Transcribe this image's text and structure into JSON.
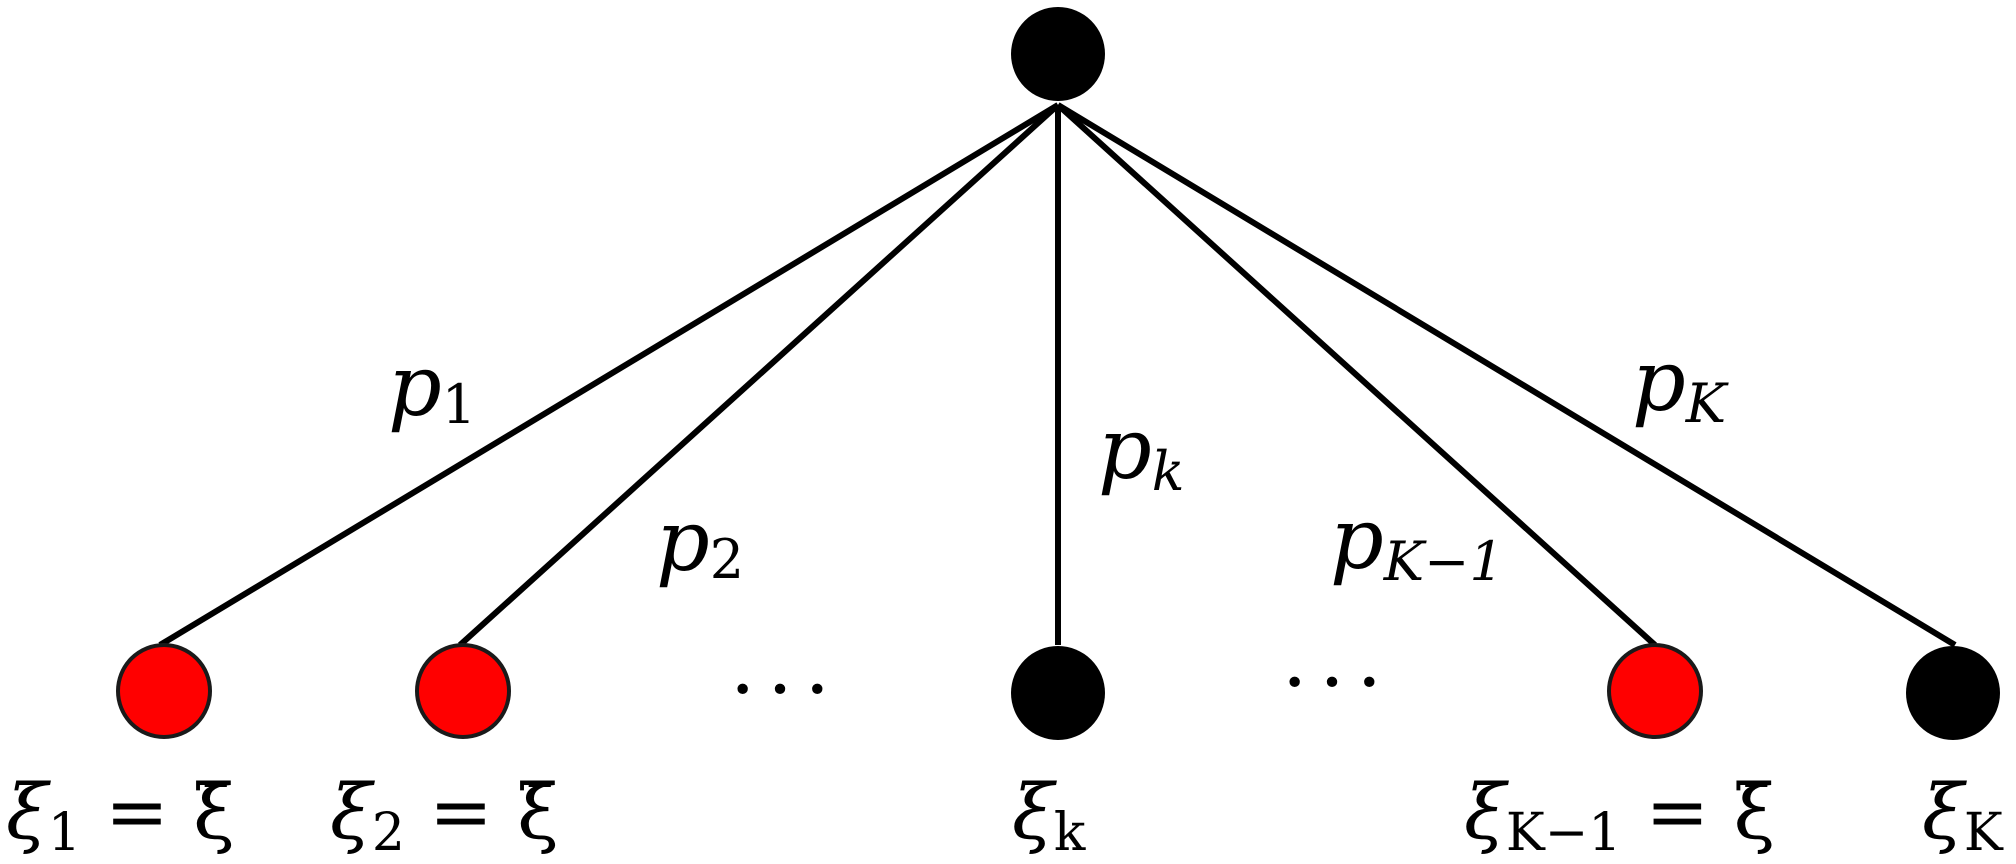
{
  "colors": {
    "edge": "#000000",
    "root_node": "#000000",
    "leaf_node_default": "#000000",
    "leaf_node_highlighted": "#ff0000",
    "node_outline": "#1a1a1a"
  },
  "root": {
    "label": ""
  },
  "edges": [
    {
      "id": "e1",
      "prob_base": "p",
      "prob_sub": "1"
    },
    {
      "id": "e2",
      "prob_base": "p",
      "prob_sub": "2"
    },
    {
      "id": "ek",
      "prob_base": "p",
      "prob_sub": "k"
    },
    {
      "id": "eK1",
      "prob_base": "p",
      "prob_sub": "K−1"
    },
    {
      "id": "eK",
      "prob_base": "p",
      "prob_sub": "K"
    }
  ],
  "leaves": [
    {
      "id": "leaf1",
      "highlighted": true,
      "label_base": "ξ",
      "label_sub": "1",
      "label_rest": " = ξ̄"
    },
    {
      "id": "leaf2",
      "highlighted": true,
      "label_base": "ξ",
      "label_sub": "2",
      "label_rest": " = ξ̄"
    },
    {
      "id": "leafk",
      "highlighted": false,
      "label_base": "ξ",
      "label_sub": "k",
      "label_rest": ""
    },
    {
      "id": "leafK1",
      "highlighted": true,
      "label_base": "ξ",
      "label_sub": "K−1",
      "label_rest": " = ξ̄"
    },
    {
      "id": "leafK",
      "highlighted": false,
      "label_base": "ξ",
      "label_sub": "K",
      "label_rest": ""
    }
  ],
  "ellipsis": [
    "· · ·",
    "· · ·"
  ]
}
